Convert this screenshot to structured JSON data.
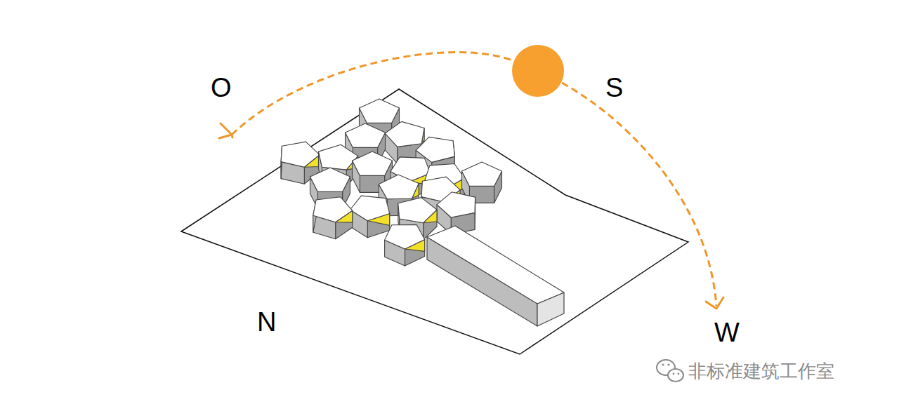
{
  "diagram": {
    "labels": [
      "O",
      "S",
      "N",
      "W",
      "非标准建筑工作室"
    ]
  }
}
